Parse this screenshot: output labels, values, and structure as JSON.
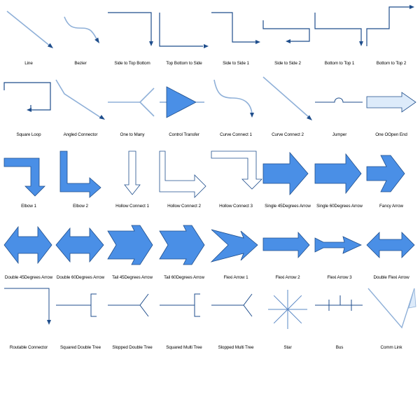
{
  "colors": {
    "stroke": "#1F4E8C",
    "fill": "#4A8FE6",
    "light_fill": "#DDEBFA",
    "line": "#5A88C5",
    "thin_line": "#8FB0D8"
  },
  "shapes": [
    {
      "id": "line",
      "label": "Line",
      "icon": "line-connector-icon"
    },
    {
      "id": "bezier",
      "label": "Bezier",
      "icon": "bezier-connector-icon"
    },
    {
      "id": "side-to-top-bottom",
      "label": "Side to Top Bottom",
      "icon": "side-to-top-bottom-icon"
    },
    {
      "id": "top-bottom-to-side",
      "label": "Top Bottom to Side",
      "icon": "top-bottom-to-side-icon"
    },
    {
      "id": "side-to-side-1",
      "label": "Side to Side 1",
      "icon": "side-to-side-1-icon"
    },
    {
      "id": "side-to-side-2",
      "label": "Side to Side 2",
      "icon": "side-to-side-2-icon"
    },
    {
      "id": "bottom-to-top-1",
      "label": "Bottom to Top 1",
      "icon": "bottom-to-top-1-icon"
    },
    {
      "id": "bottom-to-top-2",
      "label": "Bottom to Top 2",
      "icon": "bottom-to-top-2-icon"
    },
    {
      "id": "square-loop",
      "label": "Square Loop",
      "icon": "square-loop-icon"
    },
    {
      "id": "angled-connector",
      "label": "Angled Connector",
      "icon": "angled-connector-icon"
    },
    {
      "id": "one-to-many",
      "label": "One to Many",
      "icon": "one-to-many-icon"
    },
    {
      "id": "control-transfer",
      "label": "Control Transfer",
      "icon": "control-transfer-icon"
    },
    {
      "id": "curve-connect-1",
      "label": "Curve Connect 1",
      "icon": "curve-connect-1-icon"
    },
    {
      "id": "curve-connect-2",
      "label": "Curve Connect 2",
      "icon": "curve-connect-2-icon"
    },
    {
      "id": "jumper",
      "label": "Jumper",
      "icon": "jumper-icon"
    },
    {
      "id": "one-open-end",
      "label": "One OOpen End",
      "icon": "open-end-arrow-icon"
    },
    {
      "id": "elbow-1",
      "label": "Elbow 1",
      "icon": "elbow-1-icon"
    },
    {
      "id": "elbow-2",
      "label": "Elbow 2",
      "icon": "elbow-2-icon"
    },
    {
      "id": "hollow-connect-1",
      "label": "Hollow Connect 1",
      "icon": "hollow-connect-1-icon"
    },
    {
      "id": "hollow-connect-2",
      "label": "Hollow Connect 2",
      "icon": "hollow-connect-2-icon"
    },
    {
      "id": "hollow-connect-3",
      "label": "Hollow Connect 3",
      "icon": "hollow-connect-3-icon"
    },
    {
      "id": "single-45-arrow",
      "label": "Single 45Degrees Arrow",
      "icon": "single-45-arrow-icon"
    },
    {
      "id": "single-60-arrow",
      "label": "Single 60Degrees Arrow",
      "icon": "single-60-arrow-icon"
    },
    {
      "id": "fancy-arrow",
      "label": "Fancy Arrow",
      "icon": "fancy-arrow-icon"
    },
    {
      "id": "double-45-arrow",
      "label": "Double 45Degrees Arrow",
      "icon": "double-45-arrow-icon"
    },
    {
      "id": "double-60-arrow",
      "label": "Double 60Degrees Arrow",
      "icon": "double-60-arrow-icon"
    },
    {
      "id": "tail-45-arrow",
      "label": "Tail 45Degrees Arrow",
      "icon": "tail-45-arrow-icon"
    },
    {
      "id": "tail-60-arrow",
      "label": "Tail 60Degrees Arrow",
      "icon": "tail-60-arrow-icon"
    },
    {
      "id": "flexi-arrow-1",
      "label": "Flexi Arrow 1",
      "icon": "flexi-arrow-1-icon"
    },
    {
      "id": "flexi-arrow-2",
      "label": "Flexi Arrow 2",
      "icon": "flexi-arrow-2-icon"
    },
    {
      "id": "flexi-arrow-3",
      "label": "Flexi Arrow 3",
      "icon": "flexi-arrow-3-icon"
    },
    {
      "id": "double-flexi-arrow",
      "label": "Double Flexi Arrow",
      "icon": "double-flexi-arrow-icon"
    },
    {
      "id": "routable-connector",
      "label": "Routable Connector",
      "icon": "routable-connector-icon"
    },
    {
      "id": "squared-double-tree",
      "label": "Squared Double Tree",
      "icon": "squared-double-tree-icon"
    },
    {
      "id": "slopped-double-tree",
      "label": "Slopped Double Tree",
      "icon": "slopped-double-tree-icon"
    },
    {
      "id": "squared-multi-tree",
      "label": "Squared Multi Tree",
      "icon": "squared-multi-tree-icon"
    },
    {
      "id": "slopped-multi-tree",
      "label": "Slopped Multi Tree",
      "icon": "slopped-multi-tree-icon"
    },
    {
      "id": "star",
      "label": "Star",
      "icon": "star-connector-icon"
    },
    {
      "id": "bus",
      "label": "Bus",
      "icon": "bus-connector-icon"
    },
    {
      "id": "comm-link",
      "label": "Comm Link",
      "icon": "comm-link-icon"
    }
  ]
}
